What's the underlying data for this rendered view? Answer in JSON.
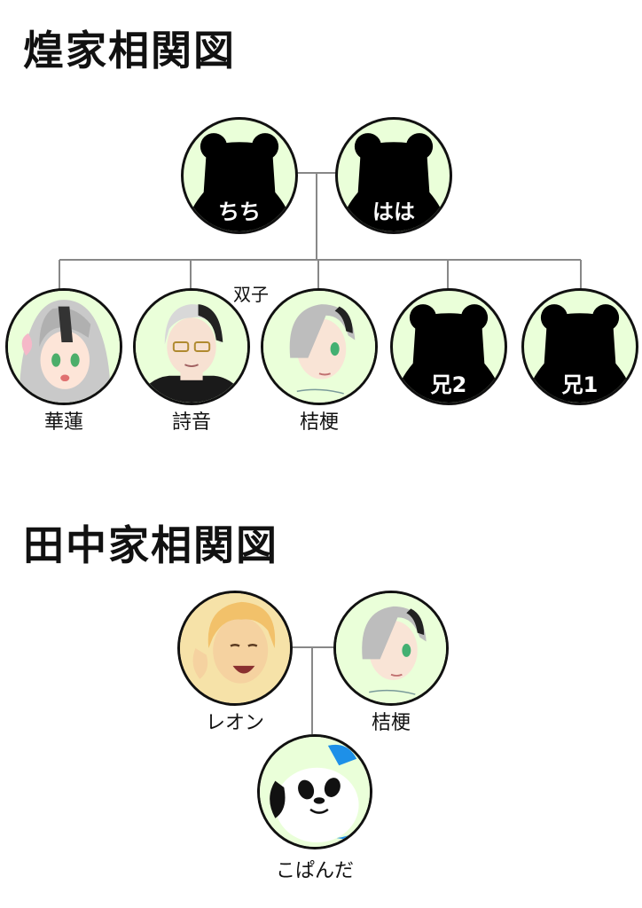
{
  "kou_family": {
    "title": "煌家相関図",
    "parents": [
      "ちち",
      "はは"
    ],
    "twins_note": "双子",
    "children": [
      {
        "name": "華蓮",
        "type": "portrait",
        "hair": "#c9c9c9",
        "skin": "#fde5d8",
        "eye": "#4cae6a",
        "bg": "#eaffd9"
      },
      {
        "name": "詩音",
        "type": "portrait",
        "hair": "#d8d8d8",
        "skin": "#f7e1d2",
        "eye": "#444444",
        "bg": "#eaffd9"
      },
      {
        "name": "桔梗",
        "type": "portrait",
        "hair": "#bdbdbd",
        "skin": "#f9e4d6",
        "eye": "#43b072",
        "bg": "#eaffd9"
      },
      {
        "name": "兄2",
        "type": "silhouette"
      },
      {
        "name": "兄1",
        "type": "silhouette"
      }
    ]
  },
  "tanaka_family": {
    "title": "田中家相関図",
    "parents": [
      {
        "name": "レオン",
        "hair": "#f2c16a",
        "skin": "#f5d2a0",
        "eye": "#5a3a20",
        "bg": "#f6e2a8"
      },
      {
        "name": "桔梗",
        "hair": "#bdbdbd",
        "skin": "#f9e4d6",
        "eye": "#43b072",
        "bg": "#eaffd9"
      }
    ],
    "child": {
      "name": "こぱんだ"
    }
  },
  "colors": {
    "node_bg": "#eaffd9",
    "silhouette": "#000000",
    "line": "#888888",
    "panda_accent": "#1e90e8"
  }
}
